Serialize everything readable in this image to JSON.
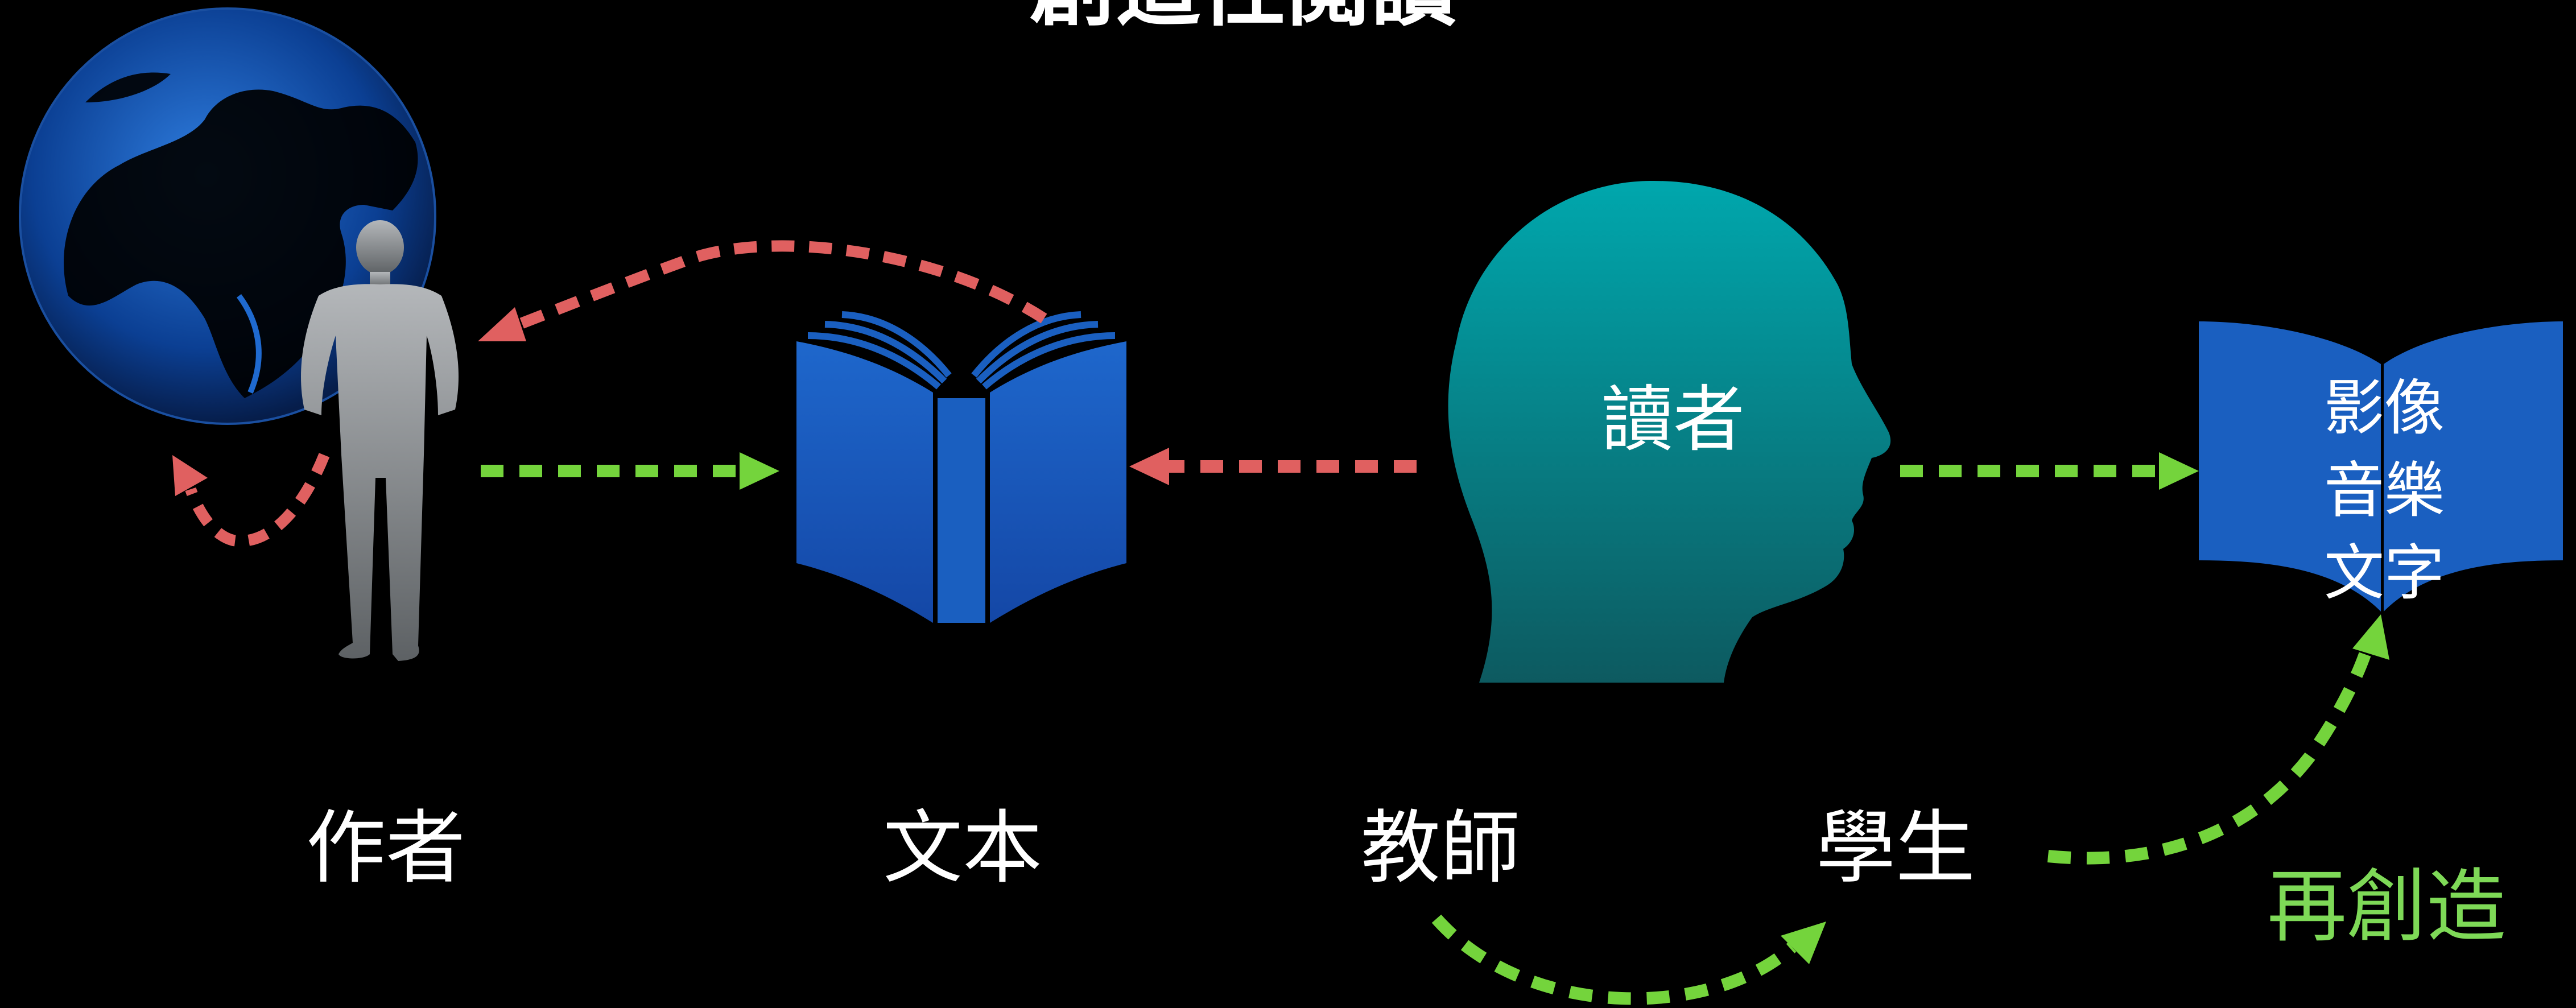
{
  "slide": {
    "title": "創造性閱讀",
    "labels": {
      "author": "作者",
      "text": "文本",
      "teacher": "教師",
      "student": "學生",
      "reader": "讀者",
      "book_line1": "影像",
      "book_line2": "音樂",
      "book_line3": "文字",
      "recreate": "再創造"
    }
  },
  "colors": {
    "background": "#000000",
    "book_blue": "#1a5fc0",
    "head_teal_top": "#00a7ad",
    "head_teal_bottom": "#0d5a60",
    "arrow_red": "#e06060",
    "arrow_green": "#74d43c",
    "person_gray": "#8f9396",
    "globe_blue": "#1f6ad0",
    "label_green": "#7ed957"
  },
  "icons": [
    "globe-icon",
    "person-icon",
    "open-book-icon",
    "head-icon",
    "open-book-icon"
  ]
}
